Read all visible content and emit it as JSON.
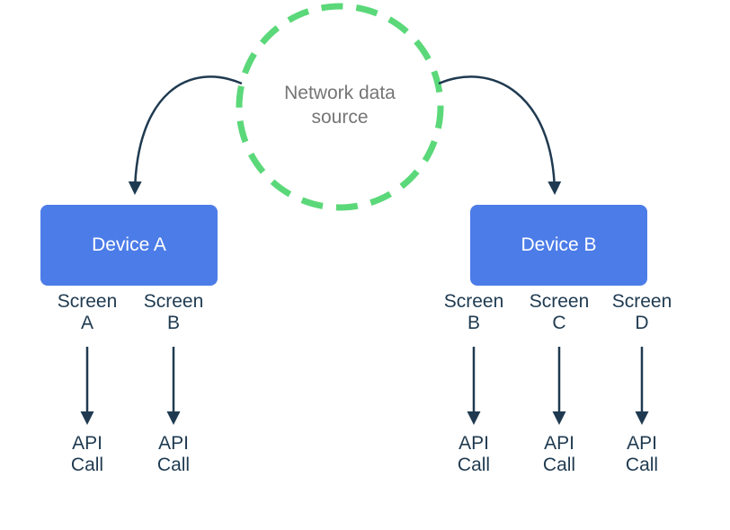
{
  "colors": {
    "background": "#ffffff",
    "circle_green": "#5bd879",
    "device_blue": "#4c7ce8",
    "device_text": "#ffffff",
    "text_gray": "#757575",
    "text_dark": "#1f3a50"
  },
  "network_source": {
    "line1": "Network data",
    "line2": "source"
  },
  "devices": {
    "a": {
      "label": "Device A"
    },
    "b": {
      "label": "Device B"
    }
  },
  "screens_a": [
    {
      "screen_word": "Screen",
      "screen_letter": "A",
      "api_word": "API",
      "call_word": "Call"
    },
    {
      "screen_word": "Screen",
      "screen_letter": "B",
      "api_word": "API",
      "call_word": "Call"
    }
  ],
  "screens_b": [
    {
      "screen_word": "Screen",
      "screen_letter": "B",
      "api_word": "API",
      "call_word": "Call"
    },
    {
      "screen_word": "Screen",
      "screen_letter": "C",
      "api_word": "API",
      "call_word": "Call"
    },
    {
      "screen_word": "Screen",
      "screen_letter": "D",
      "api_word": "API",
      "call_word": "Call"
    }
  ]
}
